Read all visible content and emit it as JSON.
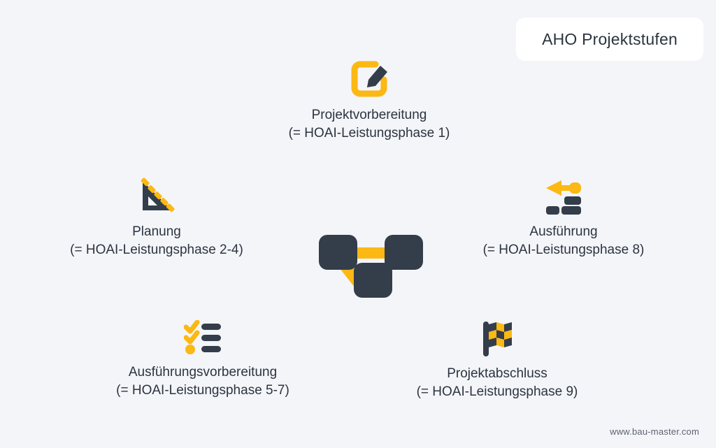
{
  "header": {
    "badge_title": "AHO Projektstufen"
  },
  "colors": {
    "background": "#f4f5f9",
    "badge_background": "#ffffff",
    "text": "#2b3440",
    "accent_yellow": "#fcb813",
    "dark_navy": "#343d4a",
    "footer_text": "#5d6470"
  },
  "center": {
    "icon": "project-network-nodes-icon"
  },
  "stages": [
    {
      "id": "projektvorbereitung",
      "icon": "pencil-edit-icon",
      "title": "Projektvorbereitung",
      "subtitle": "(= HOAI-Leistungsphase 1)"
    },
    {
      "id": "planung",
      "icon": "set-square-ruler-icon",
      "title": "Planung",
      "subtitle": "(= HOAI-Leistungsphase 2-4)"
    },
    {
      "id": "ausfuehrung",
      "icon": "trowel-bricks-icon",
      "title": "Ausführung",
      "subtitle": "(= HOAI-Leistungsphase 8)"
    },
    {
      "id": "ausfuehrungsvorbereitung",
      "icon": "checklist-icon",
      "title": "Ausführungsvorbereitung",
      "subtitle": "(= HOAI-Leistungsphase 5-7)"
    },
    {
      "id": "projektabschluss",
      "icon": "checkered-flag-icon",
      "title": "Projektabschluss",
      "subtitle": "(= HOAI-Leistungsphase 9)"
    }
  ],
  "footer": {
    "watermark": "www.bau-master.com"
  }
}
